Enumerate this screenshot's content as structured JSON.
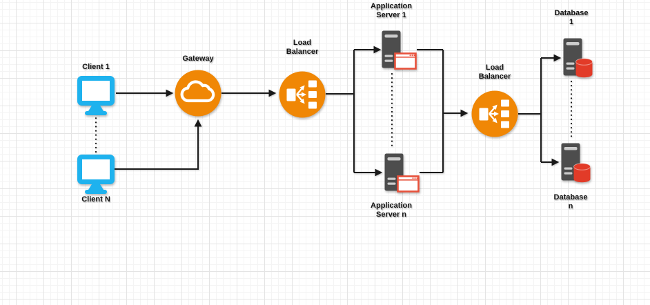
{
  "nodes": {
    "client1": {
      "label": "Client 1"
    },
    "clientN": {
      "label": "Client N"
    },
    "gateway": {
      "label": "Gateway"
    },
    "lb1": {
      "line1": "Load",
      "line2": "Balancer"
    },
    "appServer1": {
      "line1": "Application",
      "line2": "Server 1"
    },
    "appServerN": {
      "line1": "Application",
      "line2": "Server n"
    },
    "lb2": {
      "line1": "Load",
      "line2": "Balancer"
    },
    "db1": {
      "line1": "Database",
      "line2": "1"
    },
    "dbN": {
      "line1": "Database",
      "line2": "n"
    }
  },
  "icons": {
    "client": "monitor-icon",
    "gateway": "cloud-icon",
    "loadBalancer": "load-balancer-fanout-icon",
    "appServer": "server-tower-with-browser-window-icon",
    "database": "server-tower-with-database-cylinder-icon"
  },
  "colors": {
    "accentOrange": "#F08705",
    "clientCyan": "#1EB2EE",
    "serverGray": "#4D4D4D",
    "serverBarGray": "#CCCCCC",
    "browserWindowRed": "#E8513B",
    "databaseRed": "#E23B28",
    "connectorBlack": "#1A1A1A",
    "labelBlack": "#141414",
    "gridMinor": "#F4F4F4",
    "gridMajor": "#E4E4E4",
    "canvasWhite": "#FFFFFF"
  }
}
